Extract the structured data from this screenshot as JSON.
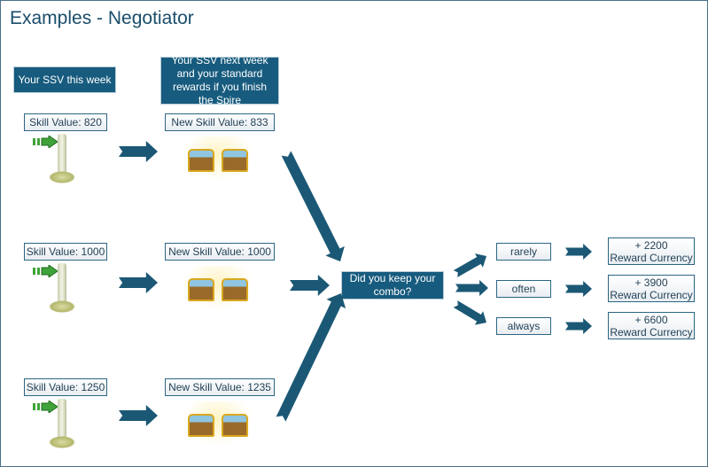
{
  "title": "Examples - Negotiator",
  "headers": {
    "this_week": "Your SSV this week",
    "next_week": "Your SSV next week and your standard rewards if you finish the Spire"
  },
  "rows": [
    {
      "skill": "Skill Value: 820",
      "new_skill": "New Skill Value: 833"
    },
    {
      "skill": "Skill Value: 1000",
      "new_skill": "New Skill Value: 1000"
    },
    {
      "skill": "Skill Value: 1250",
      "new_skill": "New Skill Value: 1235"
    }
  ],
  "question": "Did you keep your combo?",
  "outcomes": [
    {
      "label": "rarely",
      "amount": "+ 2200",
      "currency": "Reward Currency"
    },
    {
      "label": "often",
      "amount": "+ 3900",
      "currency": "Reward Currency"
    },
    {
      "label": "always",
      "amount": "+ 6600",
      "currency": "Reward Currency"
    }
  ],
  "colors": {
    "primary": "#175b7e",
    "arrow": "#1b5875",
    "green_arrow": "#3fa33a"
  }
}
